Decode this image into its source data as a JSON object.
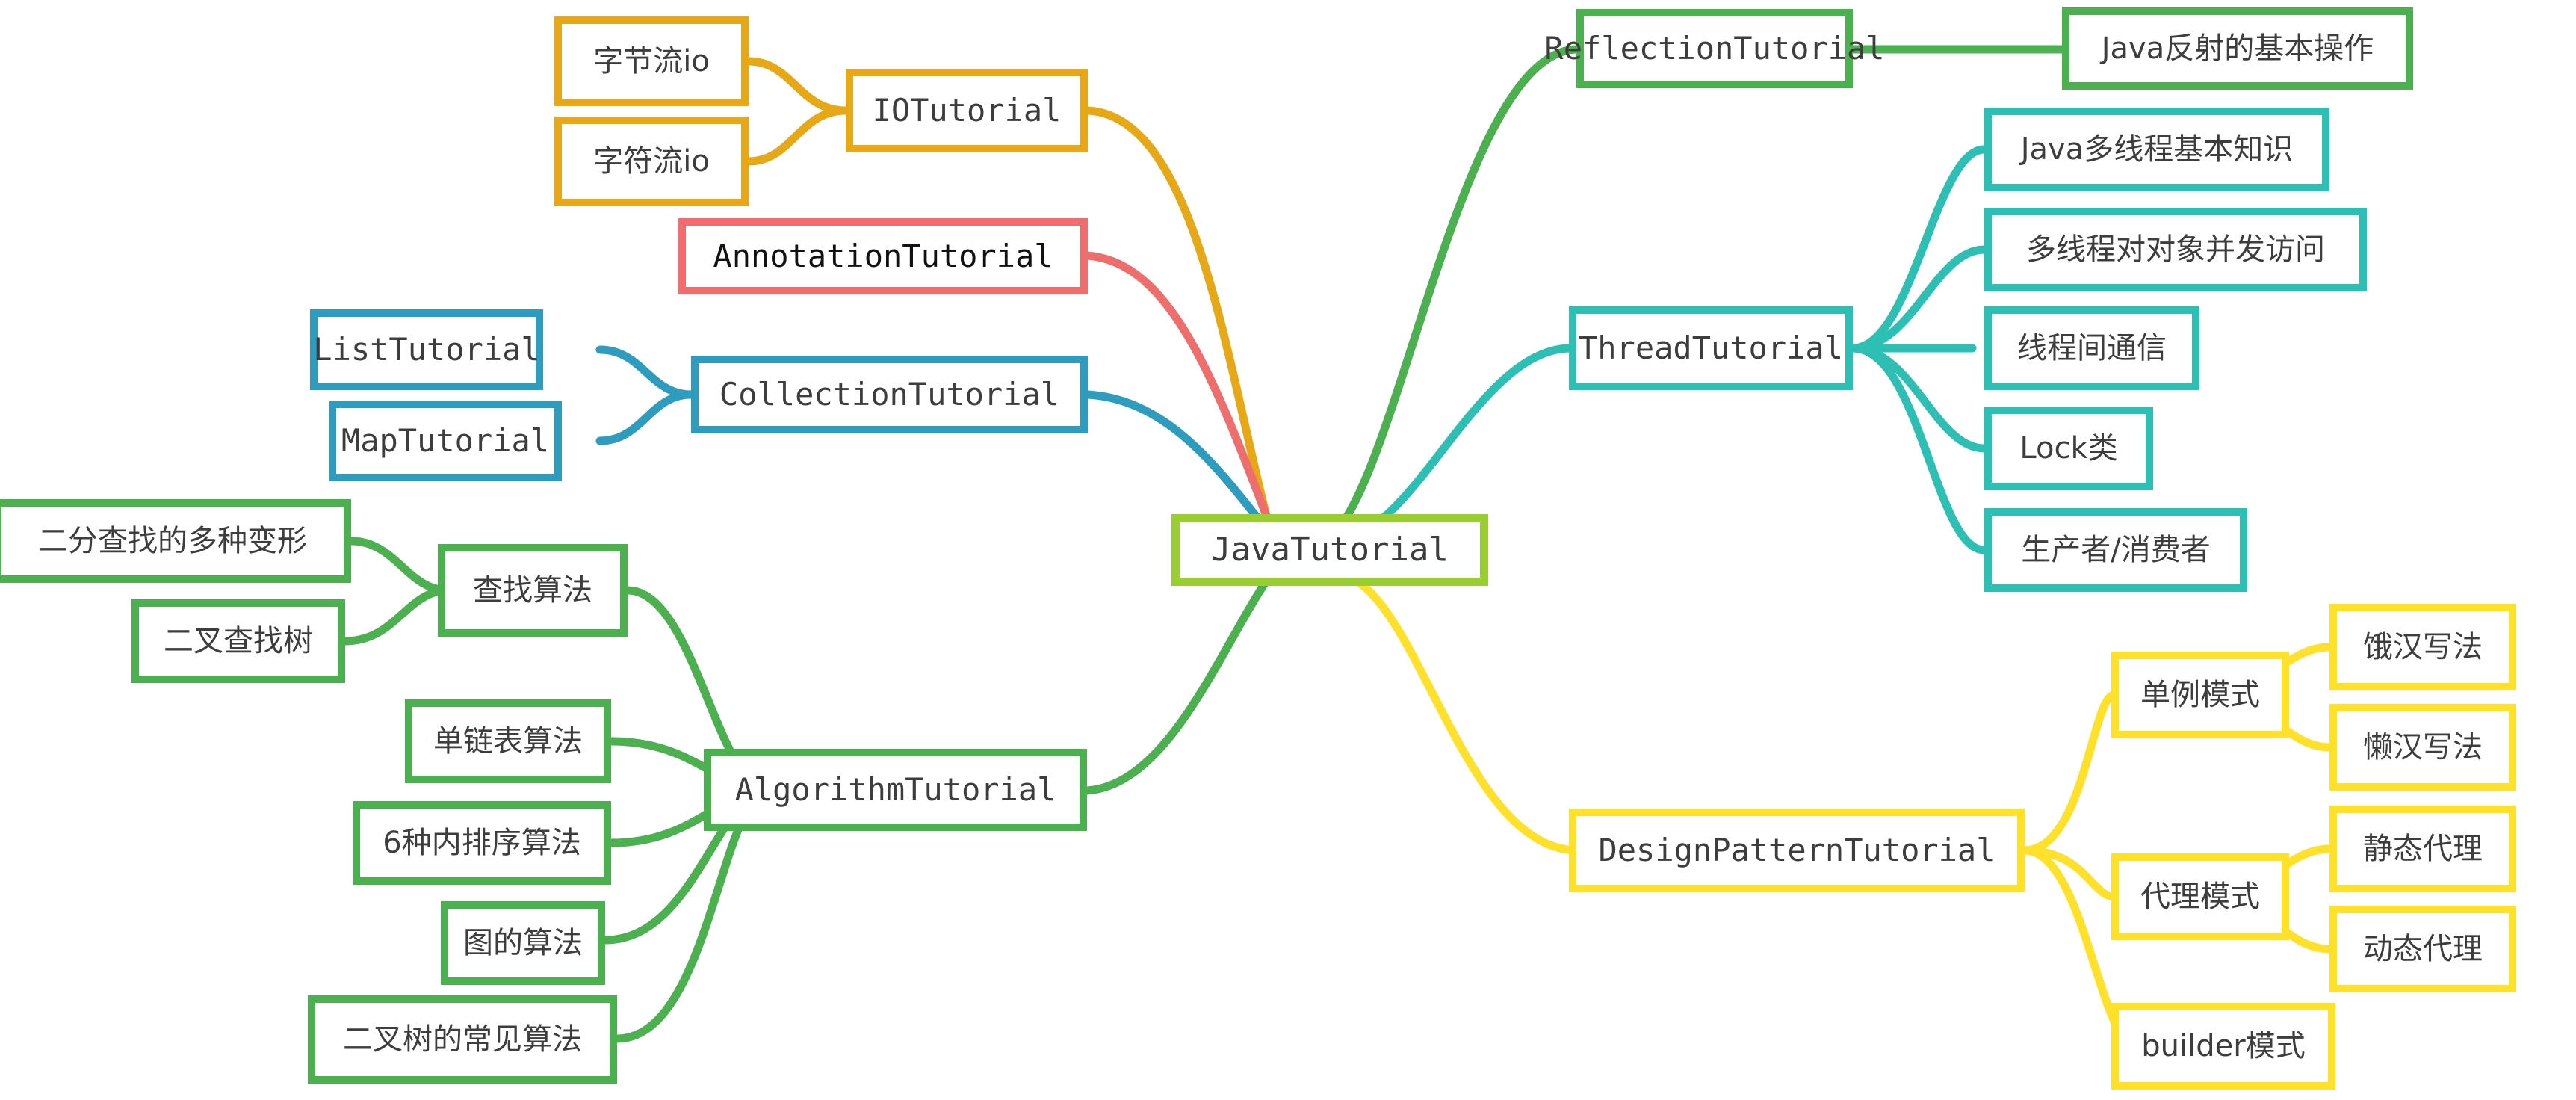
{
  "diagram": {
    "type": "mindmap",
    "title": "JavaTutorial",
    "palette": {
      "root_green": "#9ACD32",
      "orange": "#E6A817",
      "salmon": "#EE6E6E",
      "blue": "#2D9CBF",
      "green": "#4CAF50",
      "teal": "#2DBFB4",
      "yellow": "#FFE02B",
      "text": "#3d3d3d",
      "text_dark": "#111111",
      "background": "#ffffff"
    },
    "nodes": {
      "root": "JavaTutorial",
      "io_tutorial": "IOTutorial",
      "byte_stream_io": "字节流io",
      "char_stream_io": "字符流io",
      "annotation_tutorial": "AnnotationTutorial",
      "collection_tutorial": "CollectionTutorial",
      "list_tutorial": "ListTutorial",
      "map_tutorial": "MapTutorial",
      "algorithm_tutorial": "AlgorithmTutorial",
      "search_algorithm": "查找算法",
      "binary_search_variants": "二分查找的多种变形",
      "binary_search_tree": "二叉查找树",
      "linked_list_algorithm": "单链表算法",
      "six_sort_algorithms": "6种内排序算法",
      "graph_algorithm": "图的算法",
      "binary_tree_algorithms": "二叉树的常见算法",
      "reflection_tutorial": "ReflectionTutorial",
      "reflection_basics": "Java反射的基本操作",
      "thread_tutorial": "ThreadTutorial",
      "thread_basics": "Java多线程基本知识",
      "concurrent_access": "多线程对对象并发访问",
      "thread_communication": "线程间通信",
      "lock_class": "Lock类",
      "producer_consumer": "生产者/消费者",
      "design_pattern_tutorial": "DesignPatternTutorial",
      "singleton_pattern": "单例模式",
      "eager_init": "饿汉写法",
      "lazy_init": "懒汉写法",
      "proxy_pattern": "代理模式",
      "static_proxy": "静态代理",
      "dynamic_proxy": "动态代理",
      "builder_pattern": "builder模式"
    }
  }
}
